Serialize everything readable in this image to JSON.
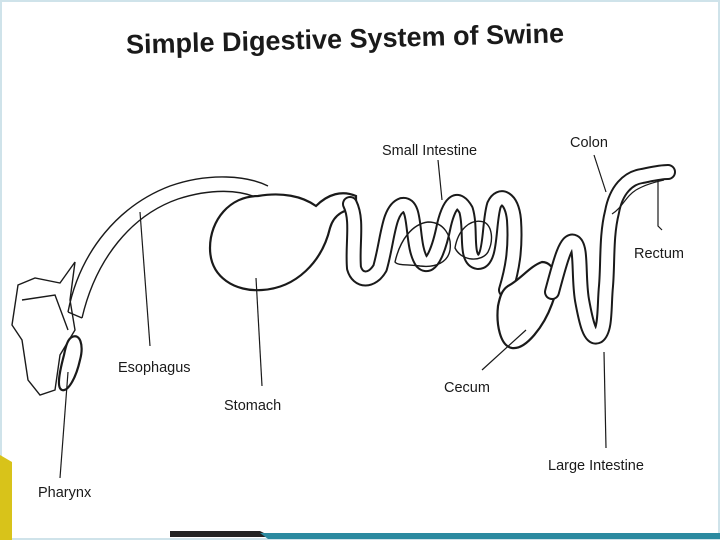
{
  "title": "Simple Digestive System of Swine",
  "labels": {
    "small_intestine": "Small Intestine",
    "colon": "Colon",
    "rectum": "Rectum",
    "esophagus": "Esophagus",
    "stomach": "Stomach",
    "cecum": "Cecum",
    "large_intestine": "Large Intestine",
    "pharynx": "Pharynx"
  },
  "colors": {
    "ink": "#1a1a1a",
    "background": "#ffffff",
    "slide_accent_teal": "#2b8aa0",
    "slide_accent_yellow": "#d8c31a"
  }
}
